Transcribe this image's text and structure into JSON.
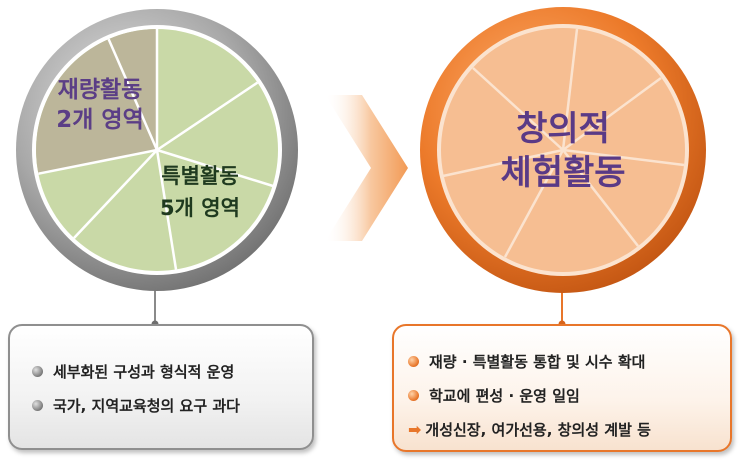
{
  "left_circle": {
    "label_1_line1": "재량활동",
    "label_1_line2": "2개 영역",
    "label_2_line1": "특별활동",
    "label_2_line2": "5개 영역"
  },
  "right_circle": {
    "title_line1": "창의적",
    "title_line2": "체험활동"
  },
  "left_box": {
    "items": [
      "세부화된 구성과 형식적 운영",
      "국가, 지역교육청의 요구 과다"
    ]
  },
  "right_box": {
    "items": [
      "재량 · 특별활동 통합 및 시수 확대",
      "학교에 편성 · 운영 일임"
    ],
    "arrow_item": "개성신장, 여가선용, 창의성 계발 등"
  },
  "colors": {
    "left_ring": "#8e8e8e",
    "left_fill": "#c9d9a7",
    "left_highlight": "#bcb69a",
    "right_ring": "#e66f1f",
    "right_fill": "#f6be92",
    "arrow": "#f4b27a"
  }
}
